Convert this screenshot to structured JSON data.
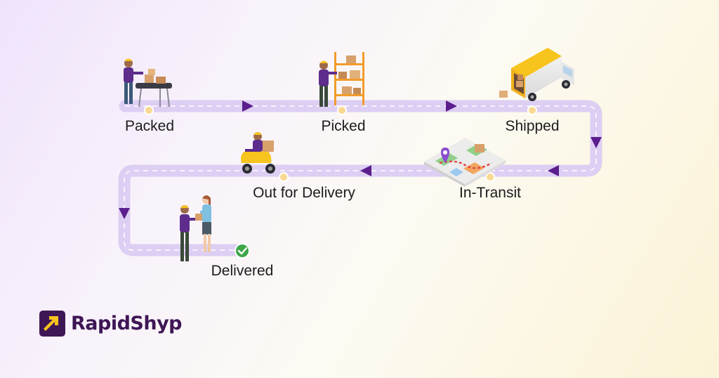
{
  "stages": [
    {
      "label": "Packed",
      "illustration": "worker-packing-conveyor"
    },
    {
      "label": "Picked",
      "illustration": "worker-picking-shelf"
    },
    {
      "label": "Shipped",
      "illustration": "delivery-truck"
    },
    {
      "label": "In-Transit",
      "illustration": "map-location-pin"
    },
    {
      "label": "Out for Delivery",
      "illustration": "courier-scooter"
    },
    {
      "label": "Delivered",
      "illustration": "package-handover",
      "status_icon": "check-circle-icon"
    }
  ],
  "brand": {
    "name": "RapidShyp",
    "logo_icon": "arrow-up-right-logo-icon"
  },
  "colors": {
    "track": "#ddcef3",
    "track_dash": "#ffffff",
    "arrow": "#5b1e8c",
    "marker": "#f9d890",
    "check": "#3fa54a",
    "brand_purple": "#3e1655",
    "brand_yellow": "#f7c31d"
  }
}
